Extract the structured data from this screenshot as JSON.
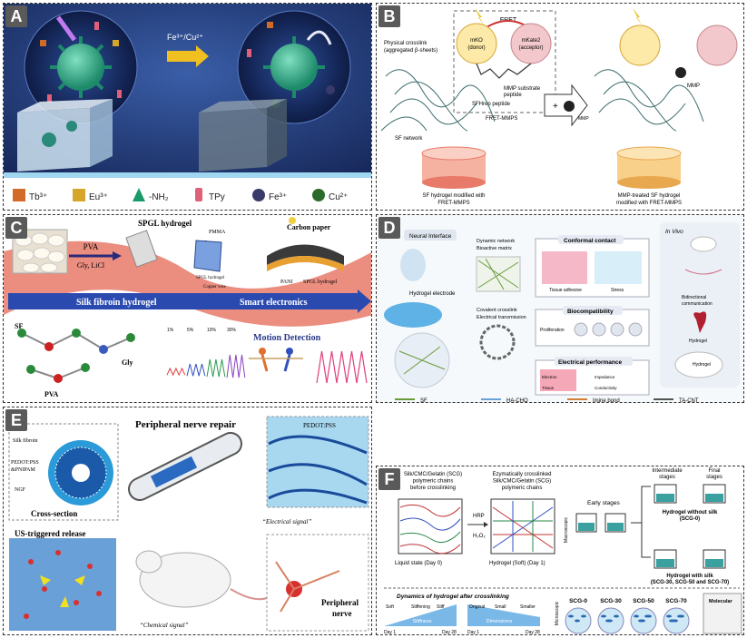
{
  "panels": {
    "A": {
      "label": "A",
      "reagent": "Fe³⁺/Cu²⁺",
      "legend": [
        {
          "name": "Tb³⁺",
          "color": "#d26a2a",
          "shape": "cube-icon"
        },
        {
          "name": "Eu³⁺",
          "color": "#d6a62a",
          "shape": "cube-icon"
        },
        {
          "name": "-NH₂",
          "color": "#1a9a6a",
          "shape": "cone-icon"
        },
        {
          "name": "TPy",
          "color": "#e0607a",
          "shape": "cylinder-icon"
        },
        {
          "name": "Fe³⁺",
          "color": "#3a3a6a",
          "shape": "sphere-icon"
        },
        {
          "name": "Cu²⁺",
          "color": "#2a6a2a",
          "shape": "sphere-icon"
        }
      ]
    },
    "B": {
      "label": "B",
      "fret": "FRET",
      "donor": "mKO\n(donor)",
      "donor_l1": "mKO",
      "donor_l2": "(donor)",
      "acceptor_l1": "mKate2",
      "acceptor_l2": "(acceptor)",
      "physical_l1": "Physical crosslink",
      "physical_l2": "(aggregated β-sheets)",
      "mmp_substrate_l1": "MMP substrate",
      "mmp_substrate_l2": "peptide",
      "sfhrep": "SFHrep peptide",
      "fret_mmps": "FRET-MMPS",
      "sf_network": "SF network",
      "plus_mmp": "MMP",
      "mmp_right": "MMP",
      "left_cyl_l1": "SF hydrogel modified with",
      "left_cyl_l2": "FRET-MMPS",
      "right_cyl_l1": "MMP-treated SF hydrogel",
      "right_cyl_l2": "modified with FRET-MMPS"
    },
    "C": {
      "label": "C",
      "sf": "SF",
      "spgl_hydrogel": "SPGL hydrogel",
      "pva_arrow": "PVA",
      "gly_licl": "Gly, LiCl",
      "pmma": "PMMA",
      "cu": "Cu",
      "spgl_hydrogel2": "SPGL hydrogel",
      "copper_wire": "Copper wire",
      "carbon_paper": "Carbon paper",
      "pani": "PANI",
      "spgl_hydrogel3": "SPGL hydrogel",
      "banner_left": "Silk fibroin hydrogel",
      "banner_right": "Smart electronics",
      "mol_sf": "SF",
      "mol_gly": "Gly",
      "mol_pva": "PVA",
      "strains": [
        "1%",
        "5%",
        "10%",
        "30%"
      ],
      "motion": "Motion Detection"
    },
    "D": {
      "label": "D",
      "neural_interface": "Neural Interface",
      "hydrogel_electrode": "Hydrogel electrode",
      "dynamic_network": "Dynamic network",
      "bioactive_matrix": "Bioactive matrix",
      "covalent": "Covalent crosslink",
      "electrical_transmission": "Electrical transmission",
      "conformal": "Conformal contact",
      "tissue_adhesive": "Tissue adhesive",
      "stress": "Stress",
      "biocompat": "Biocompatibility",
      "proliferation": "Proliferation",
      "electrical_perf": "Electrical performance",
      "electron": "Electron",
      "impedance": "Impedance",
      "conductivity": "Conductivity",
      "tissue": "Tissue",
      "in_vivo": "In Vivo",
      "bidirectional_l1": "Bidirectional",
      "bidirectional_l2": "communication",
      "hydrogel_a": "Hydrogel",
      "hydrogel_b": "Hydrogel",
      "legend": [
        "SF",
        "HA-CHO",
        "Imine bond",
        "TA-CNT"
      ]
    },
    "E": {
      "label": "E",
      "silk_fibroin": "Silk fibroin",
      "pedot_pnipam_l1": "PEDOT:PSS",
      "pedot_pnipam_l2": "&PNIPAM",
      "ngf": "NGF",
      "cross_section": "Cross-section",
      "title": "Peripheral nerve repair",
      "pedot": "PEDOT:PSS",
      "electrical_signal": "“Electrical signal”",
      "us_release": "US-triggered release",
      "chemical_signal": "“Chemical signal”",
      "peripheral_l1": "Peripheral",
      "peripheral_l2": "nerve"
    },
    "F": {
      "label": "F",
      "left_title": [
        "Silk/CMC/Gelatin (SCG)",
        "polymeric chains",
        "before crosslinking"
      ],
      "mid_title": [
        "Ezymatically crosslinked",
        "Silk/CMC/Gelatin (SCG)",
        "polymeric chains"
      ],
      "hrp": "HRP",
      "h2o2": "H₂O₂",
      "liquid_state": "Liquid state (Day 0)",
      "hydrogel_soft": "Hydrogel (Soft) (Day 1)",
      "macroscopic": "Macroscopic",
      "early": "Early stages",
      "intermediate": [
        "Intermediate",
        "stages"
      ],
      "final": [
        "Final",
        "stages"
      ],
      "without_silk": [
        "Hydrogel without silk",
        "(SCG-0)"
      ],
      "with_silk": [
        "Hydrogel with silk",
        "(SCG-30, SCG-50 and SCG-70)"
      ],
      "dynamics": "Dynamics of hydrogel after crosslinking",
      "stiff_words": [
        "Soft",
        "Stiffening",
        "Stiff"
      ],
      "stiffness": "Stiffness",
      "dim_words": [
        "Original",
        "Small",
        "Smaller"
      ],
      "dimensions": "Dimensions",
      "day1": "Day 1",
      "day28": "Day 28",
      "microscopic": "Microscopic",
      "scg": [
        "SCG-0",
        "SCG-30",
        "SCG-50",
        "SCG-70"
      ],
      "molecular": "Molecular"
    }
  }
}
